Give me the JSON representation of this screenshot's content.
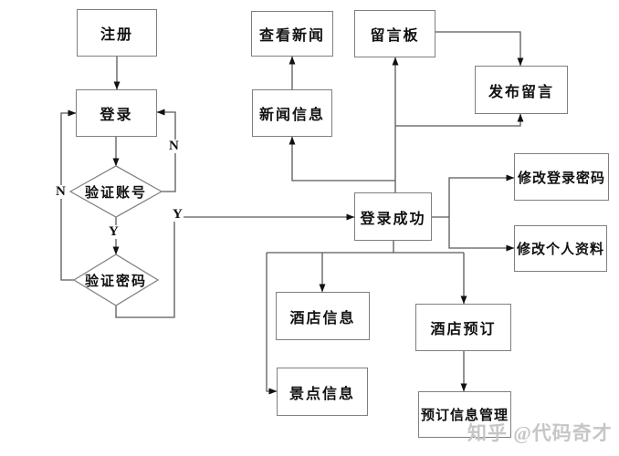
{
  "nodes": {
    "register": {
      "label": "注册"
    },
    "login": {
      "label": "登录"
    },
    "verify_account": {
      "label": "验证账号"
    },
    "verify_password": {
      "label": "验证密码"
    },
    "view_news": {
      "label": "查看新闻"
    },
    "news_info": {
      "label": "新闻信息"
    },
    "message_board": {
      "label": "留言板"
    },
    "post_message": {
      "label": "发布留言"
    },
    "login_success": {
      "label": "登录成功"
    },
    "change_login_password": {
      "label": "修改登录密码"
    },
    "edit_personal_info": {
      "label": "修改个人资料"
    },
    "hotel_info": {
      "label": "酒店信息"
    },
    "scenic_spot_info": {
      "label": "景点信息"
    },
    "hotel_booking": {
      "label": "酒店预订"
    },
    "booking_info_management": {
      "label": "预订信息管理"
    }
  },
  "edge_labels": {
    "verify_account_no": "N",
    "verify_password_no": "N",
    "verify_account_yes": "Y",
    "verify_password_yes": "Y"
  },
  "watermark": "知乎 @代码奇才",
  "colors": {
    "box_border": "#7f7f7f",
    "connector": "#595959",
    "arrowhead": "#111111",
    "text": "#111111",
    "watermark": "#c6c6c6",
    "background": "#ffffff"
  }
}
